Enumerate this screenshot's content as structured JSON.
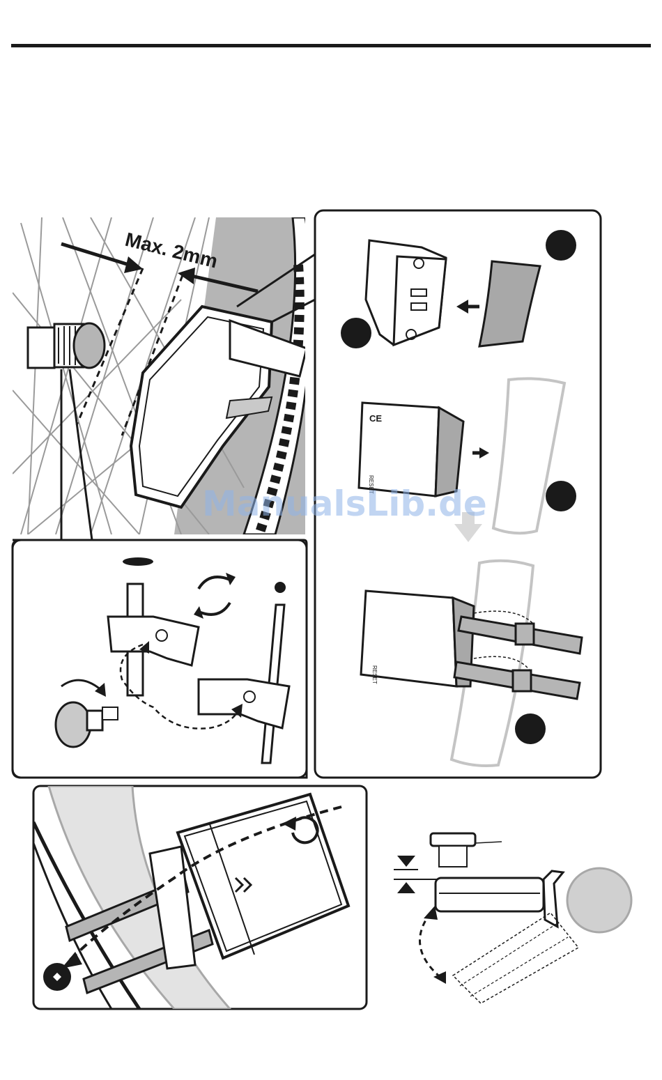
{
  "labels": {
    "max_gap": "Max. 2mm",
    "reset": "RESET",
    "ce_mark": "CE"
  },
  "watermark": "ManualsLib.de",
  "icons": [
    "magnet",
    "spoke",
    "sensor-unit",
    "rubber-pad",
    "fork-tube",
    "cable-tie",
    "rotate-arrows",
    "wing-screw",
    "step-badge",
    "arrow"
  ],
  "colors": {
    "ink": "#1a1a1a",
    "grey_fill": "#c9c9c9",
    "light_grey": "#e3e3e3",
    "mid_grey": "#a8a8a8",
    "watermark": "#8fb4e8"
  }
}
